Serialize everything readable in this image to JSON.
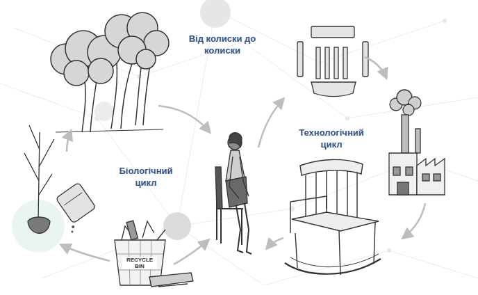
{
  "diagram": {
    "title": "Від колиски до колиски",
    "labels": [
      "Біологічний цикл",
      "Технологічний цикл",
      "RECYCLE BIN"
    ]
  }
}
